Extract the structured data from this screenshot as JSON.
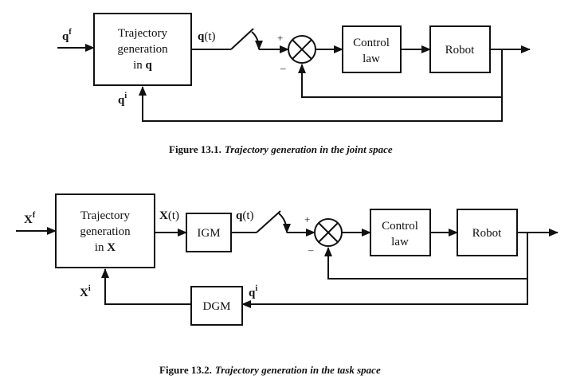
{
  "figure1": {
    "input": {
      "base": "q",
      "sup": "f"
    },
    "traj_box": {
      "line1": "Trajectory",
      "line2": "generation",
      "line3_pre": "in ",
      "line3_var": "q"
    },
    "output": {
      "base": "q",
      "rest": "(t)"
    },
    "feedback": {
      "base": "q",
      "sup": "i"
    },
    "plus": "+",
    "minus": "–",
    "control_box": {
      "line1": "Control",
      "line2": "law"
    },
    "robot_box": "Robot",
    "caption": {
      "label": "Figure 13.1.",
      "text": "Trajectory generation in the joint space"
    }
  },
  "figure2": {
    "input": {
      "base": "X",
      "sup": "f"
    },
    "traj_box": {
      "line1": "Trajectory",
      "line2": "generation",
      "line3_pre": "in ",
      "line3_var": "X"
    },
    "traj_out": {
      "base": "X",
      "rest": "(t)"
    },
    "igm_box": "IGM",
    "igm_out": {
      "base": "q",
      "rest": "(t)"
    },
    "plus": "+",
    "minus": "–",
    "control_box": {
      "line1": "Control",
      "line2": "law"
    },
    "robot_box": "Robot",
    "dgm_box": "DGM",
    "dgm_in": {
      "base": "q",
      "sup": "i"
    },
    "feedback": {
      "base": "X",
      "sup": "i"
    },
    "caption": {
      "label": "Figure 13.2.",
      "text": "Trajectory generation in the task space"
    }
  },
  "colors": {
    "ink": "#111111",
    "background": "#ffffff"
  }
}
